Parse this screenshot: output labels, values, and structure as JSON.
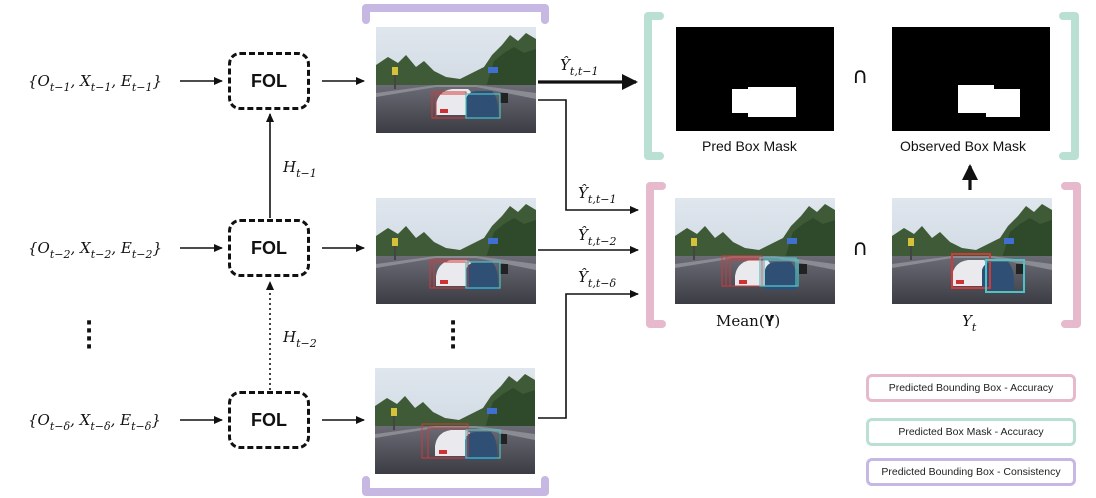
{
  "inputs": [
    {
      "O": "O",
      "X": "X",
      "E": "E",
      "sub": "t−1"
    },
    {
      "O": "O",
      "X": "X",
      "E": "E",
      "sub": "t−2"
    },
    {
      "O": "O",
      "X": "X",
      "E": "E",
      "sub": "t−δ"
    }
  ],
  "fol_label": "FOL",
  "hidden": [
    {
      "H": "H",
      "sub": "t−1"
    },
    {
      "H": "H",
      "sub": "t−2"
    }
  ],
  "predictions": [
    {
      "Y": "Ŷ",
      "sub": "t,t−1"
    },
    {
      "Y": "Ŷ",
      "sub": "t,t−1"
    },
    {
      "Y": "Ŷ",
      "sub": "t,t−2"
    },
    {
      "Y": "Ŷ",
      "sub": "t,t−δ"
    }
  ],
  "captions": {
    "pred_box_mask": "Pred Box Mask",
    "observed_box_mask": "Observed Box Mask",
    "mean_label": "Mean(𝐘̂)",
    "y_t": "Y",
    "y_t_sub": "t"
  },
  "intersection_symbol": "∩",
  "vertical_dots": "⋮",
  "legend": [
    {
      "label": "Predicted Bounding Box - Accuracy",
      "color": "#e7b9cd"
    },
    {
      "label": "Predicted Box Mask - Accuracy",
      "color": "#b9e0d2"
    },
    {
      "label": "Predicted Bounding Box - Consistency",
      "color": "#c6b8e2"
    }
  ],
  "colors": {
    "pink_bracket": "#e7b9cd",
    "green_bracket": "#b9e0d2",
    "purple_bracket": "#c6b8e2",
    "pred_box": "#d23a3a",
    "obs_box": "#4cc3c9"
  }
}
